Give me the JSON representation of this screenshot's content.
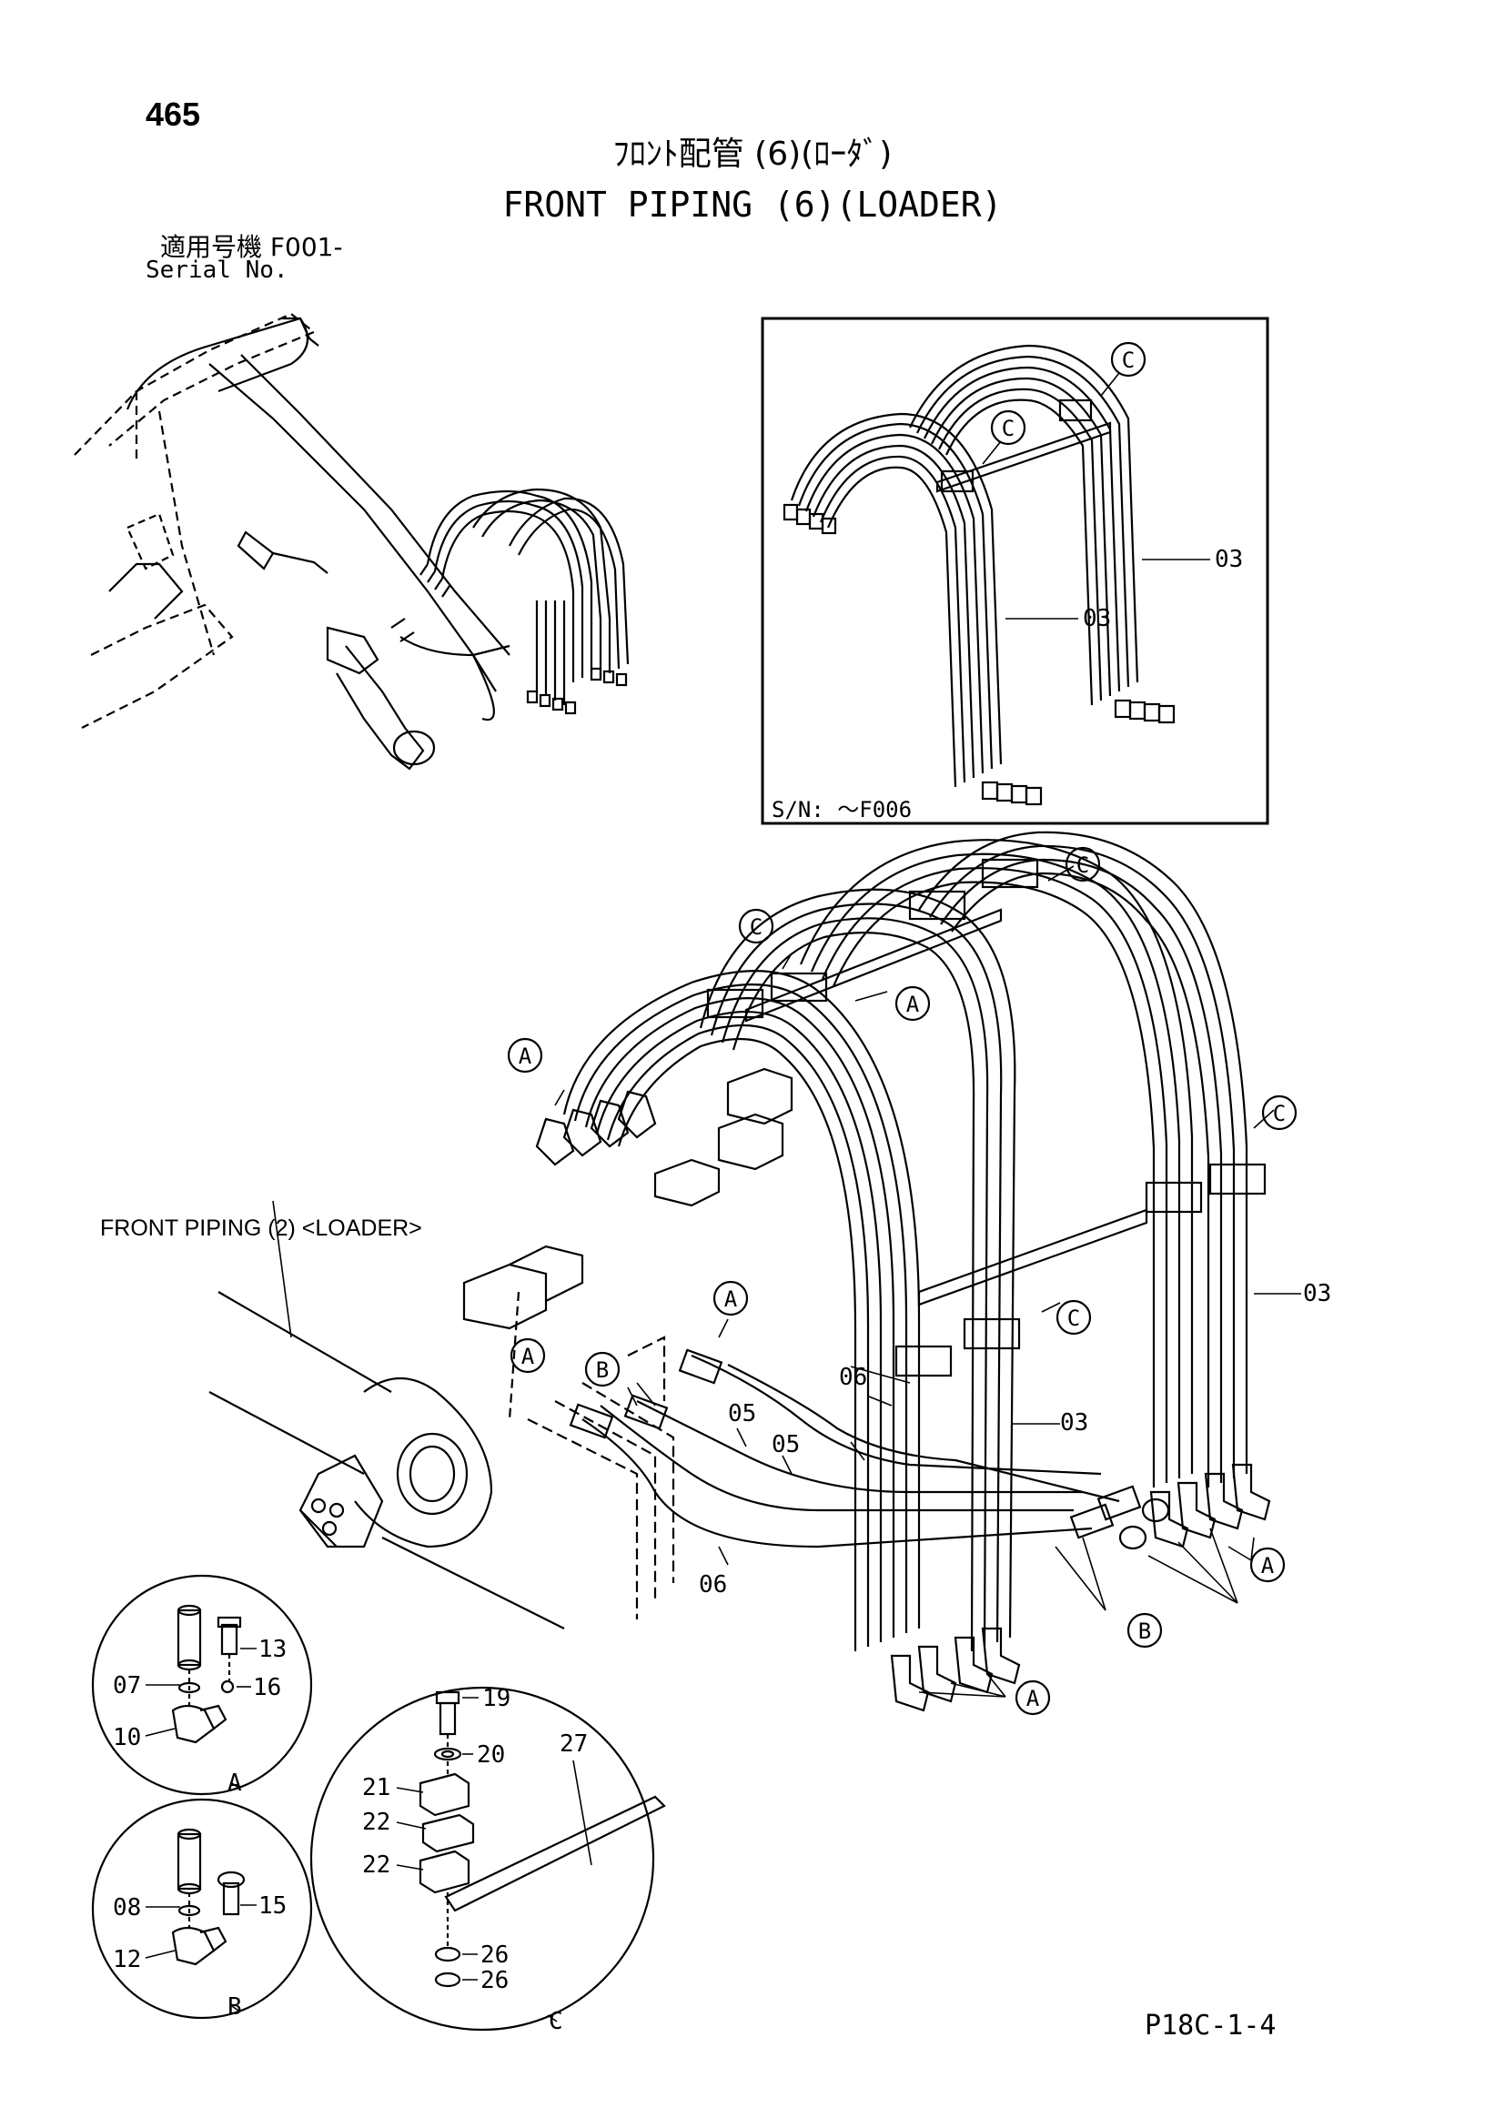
{
  "page_number": "465",
  "title_jp": "ﾌﾛﾝﾄ配管 (6)(ﾛｰﾀﾞ)",
  "title_en": "FRONT PIPING (6)(LOADER)",
  "serial_label_jp": "適用号機  F001-",
  "serial_label_en": "Serial No.",
  "reference_label": "FRONT PIPING (2) <LOADER>",
  "inset_note": "S/N: ～F006",
  "doc_code": "P18C-1-4",
  "callouts": {
    "a": "A",
    "b": "B",
    "c": "C"
  },
  "part_numbers": {
    "p03": "03",
    "p05": "05",
    "p06": "06",
    "p07": "07",
    "p08": "08",
    "p10": "10",
    "p12": "12",
    "p13": "13",
    "p15": "15",
    "p16": "16",
    "p19": "19",
    "p20": "20",
    "p21": "21",
    "p22": "22",
    "p26": "26",
    "p27": "27"
  },
  "detail_labels": {
    "a": "A",
    "b": "B",
    "c": "C"
  }
}
